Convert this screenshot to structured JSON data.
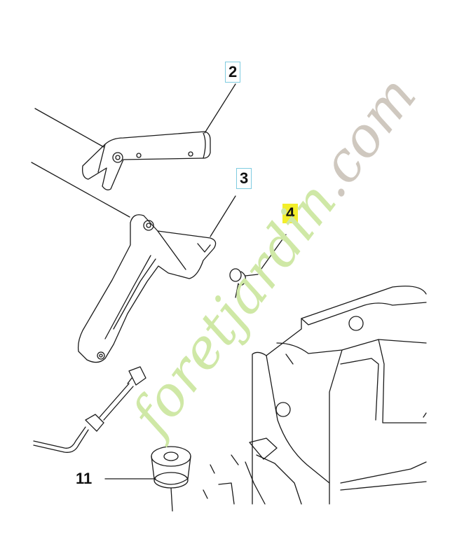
{
  "callouts": {
    "c2": "2",
    "c3": "3",
    "c4": "4",
    "c11": "11"
  },
  "highlight_color": "#f3ee2a",
  "callout_box_color": "#7ecbe0",
  "watermark": {
    "text_colored": "foretjardin",
    "text_gray": ".com",
    "colors": {
      "f": "#cfe8a6",
      "o": "#cfe8a6",
      "r": "#e9cda6",
      "e": "#f1d3b4",
      "t": "#cfe8a6",
      "j": "#cfe8a6",
      "a": "#cfe8a6",
      "r2": "#cfe8a6",
      "d": "#cfe8a6",
      "i": "#cfe8a6",
      "n": "#cfe8a6",
      "dotcom": "#cfc8bf"
    }
  }
}
